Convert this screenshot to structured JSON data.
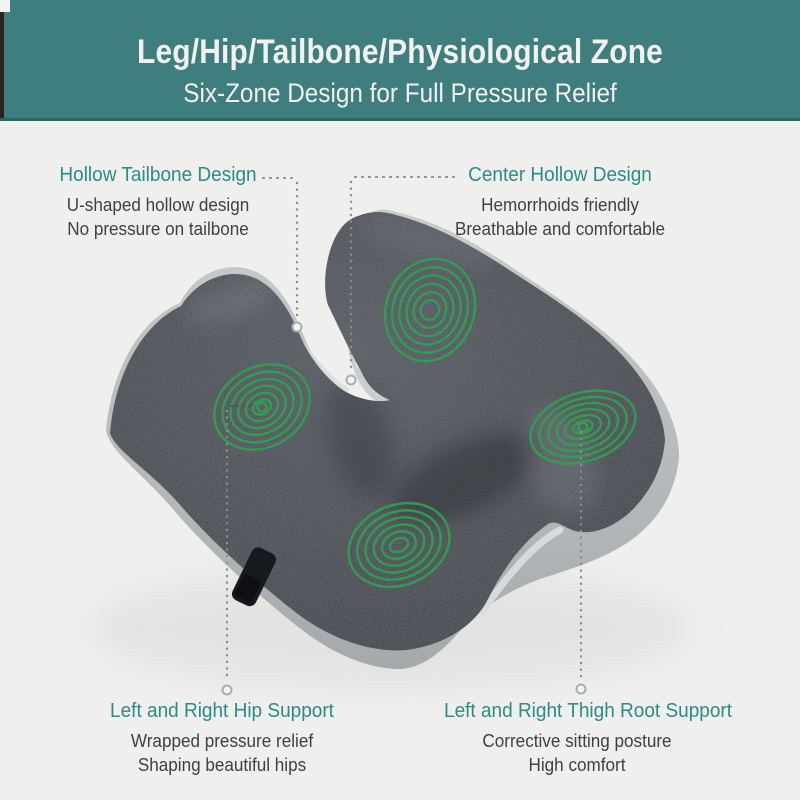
{
  "banner": {
    "title": "Leg/Hip/Tailbone/Physiological Zone",
    "subtitle": "Six-Zone Design for Full Pressure Relief"
  },
  "callouts": {
    "tailbone": {
      "title": "Hollow Tailbone Design",
      "line1": "U-shaped hollow design",
      "line2": "No pressure on tailbone"
    },
    "center_hollow": {
      "title": "Center Hollow Design",
      "line1": "Hemorrhoids friendly",
      "line2": "Breathable and comfortable"
    },
    "hip": {
      "title": "Left and Right Hip Support",
      "line1": "Wrapped pressure relief",
      "line2": "Shaping beautiful hips"
    },
    "thigh": {
      "title": "Left and Right Thigh Root Support",
      "line1": "Corrective sitting posture",
      "line2": "High comfort"
    }
  },
  "product": {
    "pressure_zones": [
      "left-hip",
      "tailbone-top",
      "right-thigh",
      "front-center"
    ]
  },
  "colors": {
    "banner_bg": "#3F7E7E",
    "banner_text": "#F2F1EE",
    "accent_teal": "#2A8B89",
    "body_text": "#3E4144",
    "zone_green": "#2DA24E",
    "cushion_top": "#3C4048",
    "cushion_side": "#B6B9BB",
    "leader_gray": "#878E91",
    "background": "#EFEFED"
  }
}
